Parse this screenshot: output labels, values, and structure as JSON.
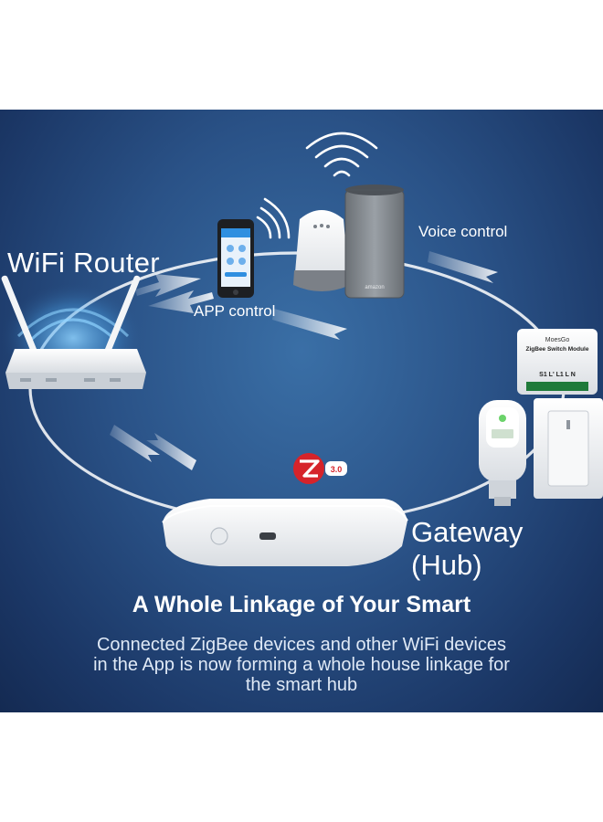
{
  "labels": {
    "wifi_router": "WiFi Router",
    "app_control": "APP control",
    "voice_control": "Voice control",
    "gateway_line1": "Gateway",
    "gateway_line2": "(Hub)",
    "zigbee_version": "3.0",
    "module_brand": "MoesGo",
    "module_name": "ZigBee Switch Module",
    "module_terminals": "S1 L' L1  L   N",
    "speaker_brand": "amazon"
  },
  "headline": "A Whole Linkage of Your Smart",
  "description": {
    "line1": "Connected ZigBee devices and other WiFi devices",
    "line2": "in the App is now forming a whole house linkage for",
    "line3": "the smart hub"
  },
  "colors": {
    "background": "#1f4275",
    "ring": "#ffffff",
    "zigbee_red": "#d6232a",
    "device_white": "#f2f4f6"
  },
  "icons": [
    "wifi-router-icon",
    "smartphone-icon",
    "google-home-speaker-icon",
    "amazon-echo-speaker-icon",
    "zigbee-logo-icon",
    "zigbee-switch-module-icon",
    "thermostatic-valve-icon",
    "wall-switch-icon",
    "gateway-hub-icon",
    "wifi-signal-icon"
  ]
}
